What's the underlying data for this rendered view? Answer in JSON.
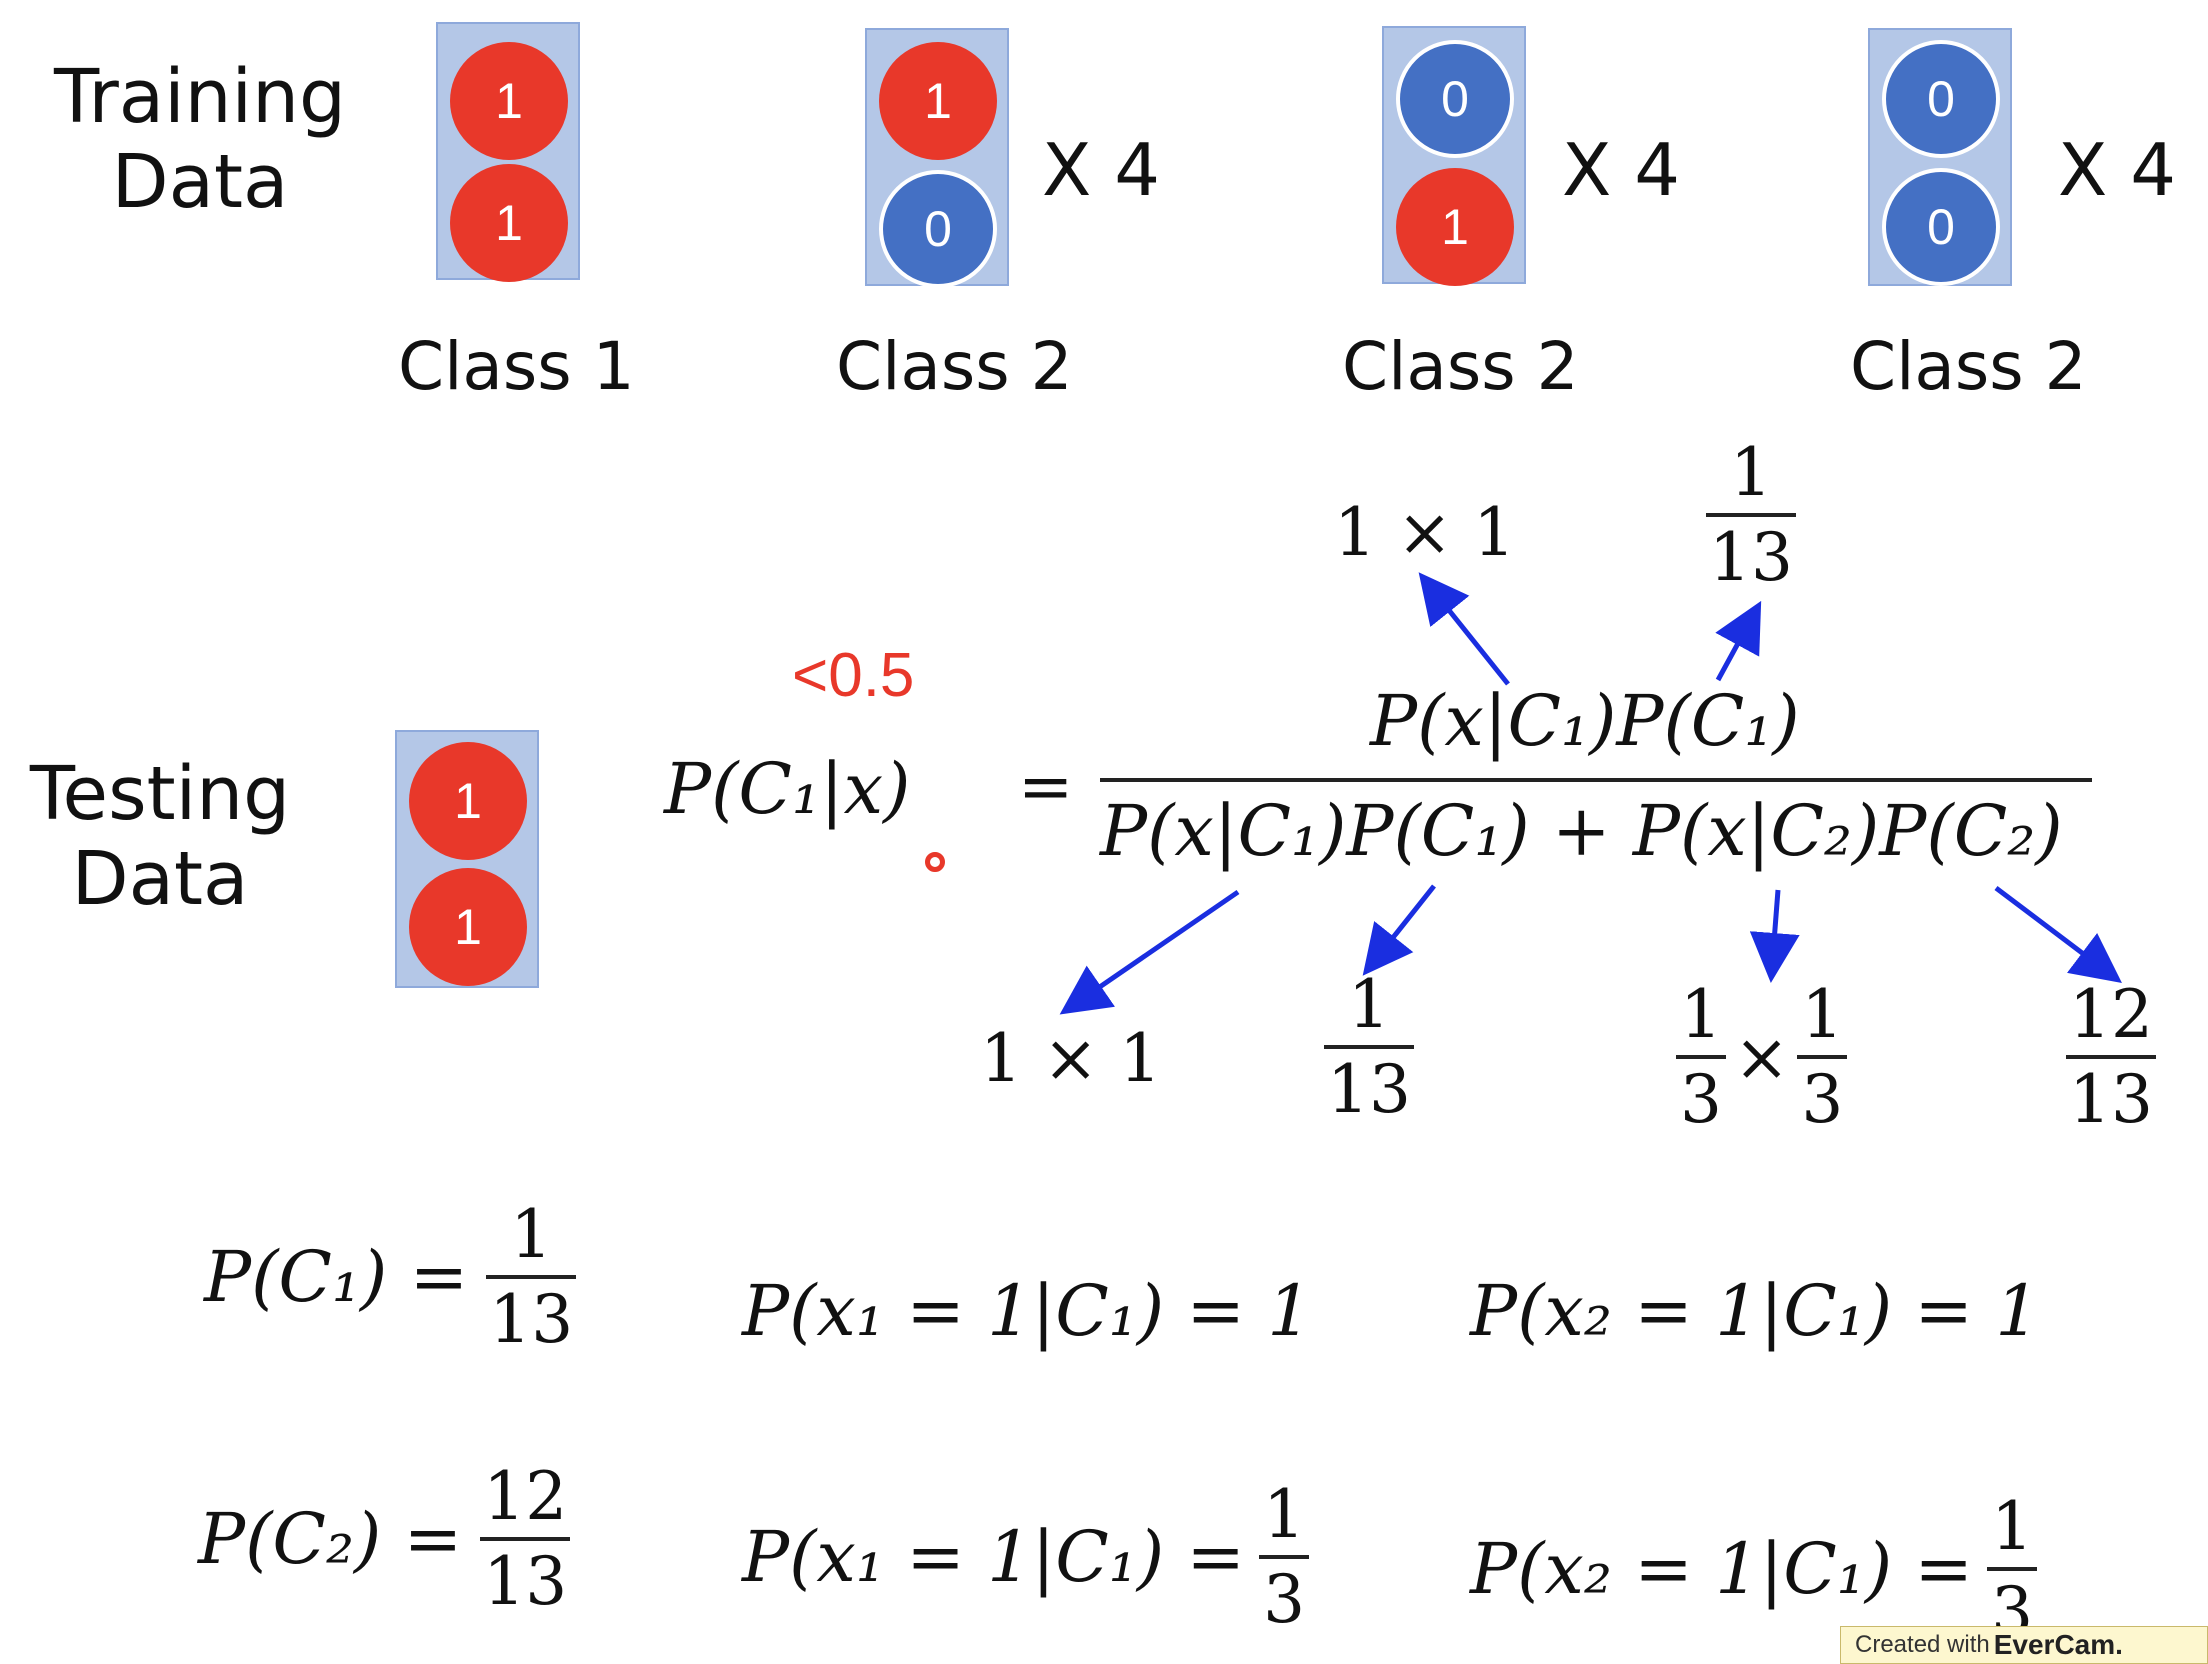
{
  "training": {
    "label_line1": "Training",
    "label_line2": "Data",
    "groups": [
      {
        "class_label": "Class 1",
        "top": "1",
        "bottom": "1",
        "multiplier": ""
      },
      {
        "class_label": "Class 2",
        "top": "1",
        "bottom": "0",
        "multiplier": "X 4"
      },
      {
        "class_label": "Class 2",
        "top": "0",
        "bottom": "1",
        "multiplier": "X 4"
      },
      {
        "class_label": "Class 2",
        "top": "0",
        "bottom": "0",
        "multiplier": "X 4"
      }
    ]
  },
  "testing": {
    "label_line1": "Testing",
    "label_line2": "Data",
    "top": "1",
    "bottom": "1"
  },
  "posterior": {
    "lhs": "P(C₁|x)",
    "annotation": "<0.5",
    "equals": "=",
    "numerator": "P(x|C₁)P(C₁)",
    "denominator": "P(x|C₁)P(C₁) + P(x|C₂)P(C₂)"
  },
  "callouts": {
    "top_left": "1 × 1",
    "top_right": {
      "num": "1",
      "den": "13"
    },
    "bottom_1": "1 × 1",
    "bottom_2": {
      "num": "1",
      "den": "13"
    },
    "bottom_3": {
      "num1": "1",
      "den1": "3",
      "times": "×",
      "num2": "1",
      "den2": "3"
    },
    "bottom_4": {
      "num": "12",
      "den": "13"
    }
  },
  "equations": {
    "pc1": {
      "lhs": "P(C₁) =",
      "num": "1",
      "den": "13"
    },
    "pc2": {
      "lhs": "P(C₂) =",
      "num": "12",
      "den": "13"
    },
    "px1c1": "P(x₁ = 1|C₁) = 1",
    "px2c1": "P(x₂ = 1|C₁) = 1",
    "px1c2": {
      "lhs": "P(x₁ = 1|C₁) =",
      "num": "1",
      "den": "3"
    },
    "px2c2": {
      "lhs": "P(x₂ = 1|C₁) =",
      "num": "1",
      "den": "3"
    }
  },
  "watermark": {
    "prefix": "Created with",
    "brand": "EverCam."
  },
  "colors": {
    "red": "#e8382a",
    "blue": "#4470c4",
    "box": "#b4c7e7",
    "arrow": "#1a2ee0"
  }
}
